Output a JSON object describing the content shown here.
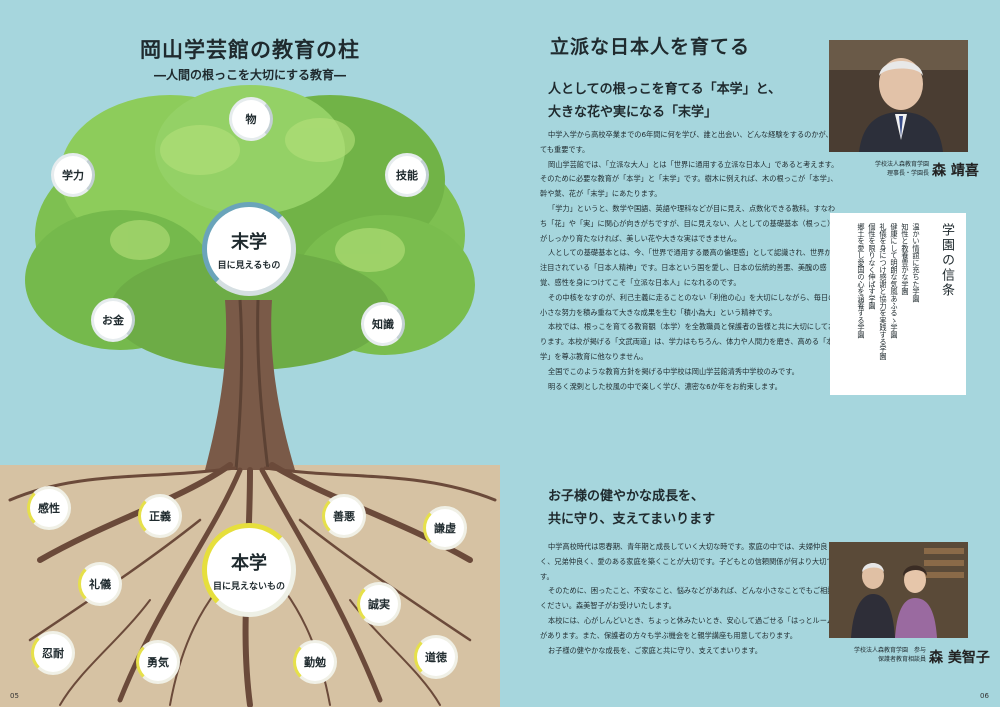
{
  "left": {
    "title": "岡山学芸館の教育の柱",
    "subtitle": "―人間の根っこを大切にする教育―",
    "leaf_center": {
      "kanji": "末学",
      "caption": "目に見えるもの"
    },
    "root_center": {
      "kanji": "本学",
      "caption": "目に見えないもの"
    },
    "leaf_bubbles": [
      "物",
      "学力",
      "技能",
      "お金",
      "知識"
    ],
    "root_bubbles": [
      "感性",
      "正義",
      "善悪",
      "謙虚",
      "礼儀",
      "誠実",
      "忍耐",
      "勇気",
      "勤勉",
      "道徳"
    ],
    "page_number": "05"
  },
  "right": {
    "title": "立派な日本人を育てる",
    "heading1": [
      "人としての根っこを育てる「本学」と、",
      "大きな花や実になる「末学」"
    ],
    "body1": [
      "中学入学から高校卒業までの6年間に何を学び、誰と出会い、どんな経験をするのかが、とても重要です。",
      "岡山学芸館では、「立派な大人」とは「世界に通用する立派な日本人」であると考えます。そのために必要な教育が「本学」と「末学」です。樹木に例えれば、木の根っこが「本学」、幹や葉、花が「末学」にあたります。",
      "「学力」というと、数学や国語、英語や理科などが目に見え、点数化できる教科。すなわち「花」や「実」に関心が向きがちですが、目に見えない、人としての基礎基本（根っこ）がしっかり育たなければ、美しい花や大きな実はできません。",
      "人としての基礎基本とは、今、「世界で通用する最高の倫理感」として認識され、世界から注目されている「日本人精神」です。日本という国を愛し、日本の伝統的善悪、美醜の感覚、感性を身につけてこそ「立派な日本人」になれるのです。",
      "その中核をなすのが、利己主義に走ることのない「利他の心」を大切にしながら、毎日の小さな努力を積み重ねて大きな成果を生む「積小為大」という精神です。",
      "本校では、根っこを育てる教育観（本学）を全教職員と保護者の皆様と共に大切にしております。本校が掲げる「文武両道」は、学力はもちろん、体力や人間力を磨き、高める「本学」を尊ぶ教育に他なりません。",
      "全国でこのような教育方針を掲げる中学校は岡山学芸館清秀中学校のみです。",
      "明るく溌剌とした校風の中で楽しく学び、濃密な6か年をお約束します。"
    ],
    "heading2": [
      "お子様の健やかな成長を、",
      "共に守り、支えてまいります"
    ],
    "body2": [
      "中学高校時代は思春期、青年期と成長していく大切な時です。家庭の中では、夫婦仲良く、兄弟仲良く、愛のある家庭を築くことが大切です。子どもとの信頼関係が何より大切です。",
      "そのために、困ったこと、不安なこと、悩みなどがあれば、どんな小さなことでもご相談ください。森美智子がお受けいたします。",
      "本校には、心がしんどいとき、ちょっと休みたいとき、安心して過ごせる「はっとルーム」があります。また、保護者の方々も学ぶ機会をと親学講座も用意しております。",
      "お子様の健やかな成長を、ご家庭と共に守り、支えてまいります。"
    ],
    "caption1": [
      "学校法人森教育学園",
      "理事長・学園長"
    ],
    "signature1": "森 靖喜",
    "motto_title": "学園の信条",
    "motto_lines": [
      "温かい情誼に充ちた学園",
      "知性と教養豊かな学園",
      "健康にして明朗な気風あふるゝ学園",
      "礼儀を身につけ感謝と協力を実践する学園",
      "個性を限りなく伸ばす学園",
      "郷土を愛し愛国の心を涵養する学園"
    ],
    "caption2": [
      "学校法人森教育学園　参与",
      "保護者教育相談員"
    ],
    "signature2": "森 美智子",
    "page_number": "06"
  }
}
